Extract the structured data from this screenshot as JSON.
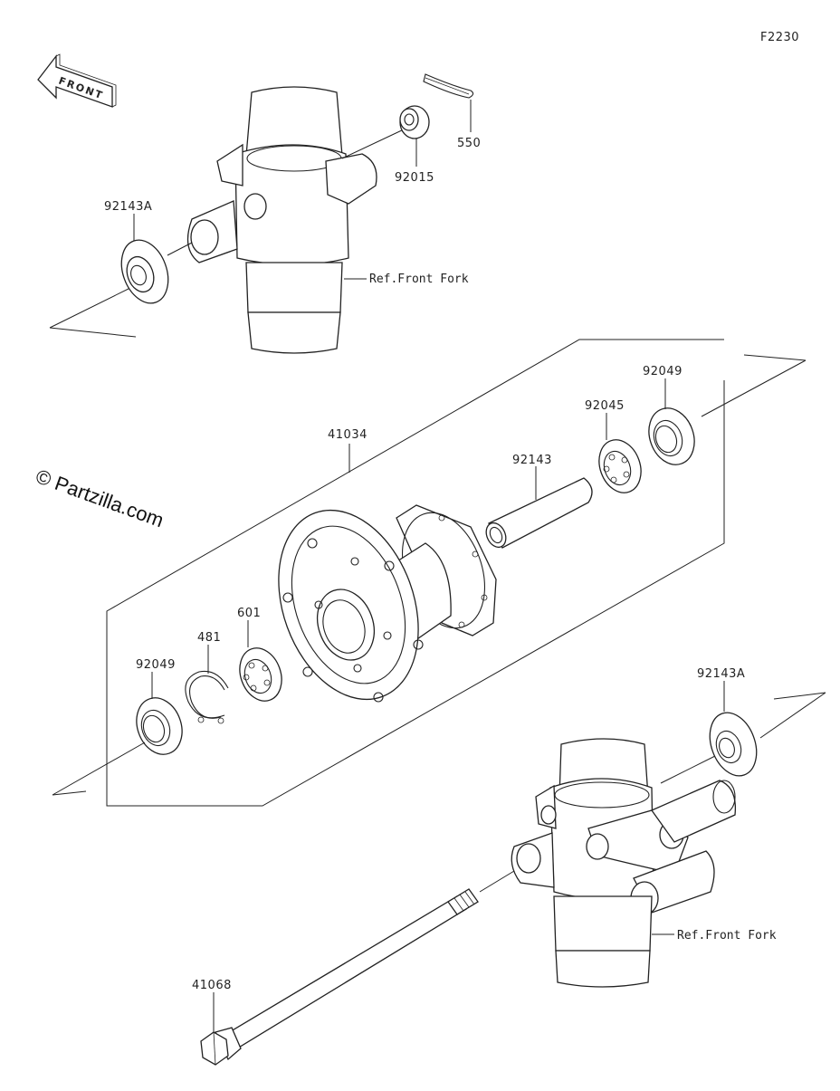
{
  "diagram_id": "F2230",
  "front_label": "FRONT",
  "watermark": "© Partzilla.com",
  "parts": {
    "p550": "550",
    "p92015": "92015",
    "p92143A_top": "92143A",
    "p92049_right": "92049",
    "p92045": "92045",
    "p92143": "92143",
    "p41034": "41034",
    "p601": "601",
    "p481": "481",
    "p92049_left": "92049",
    "p92143A_bottom": "92143A",
    "p41068": "41068"
  },
  "refs": {
    "fork_top": "Ref.Front Fork",
    "fork_bottom": "Ref.Front Fork"
  }
}
